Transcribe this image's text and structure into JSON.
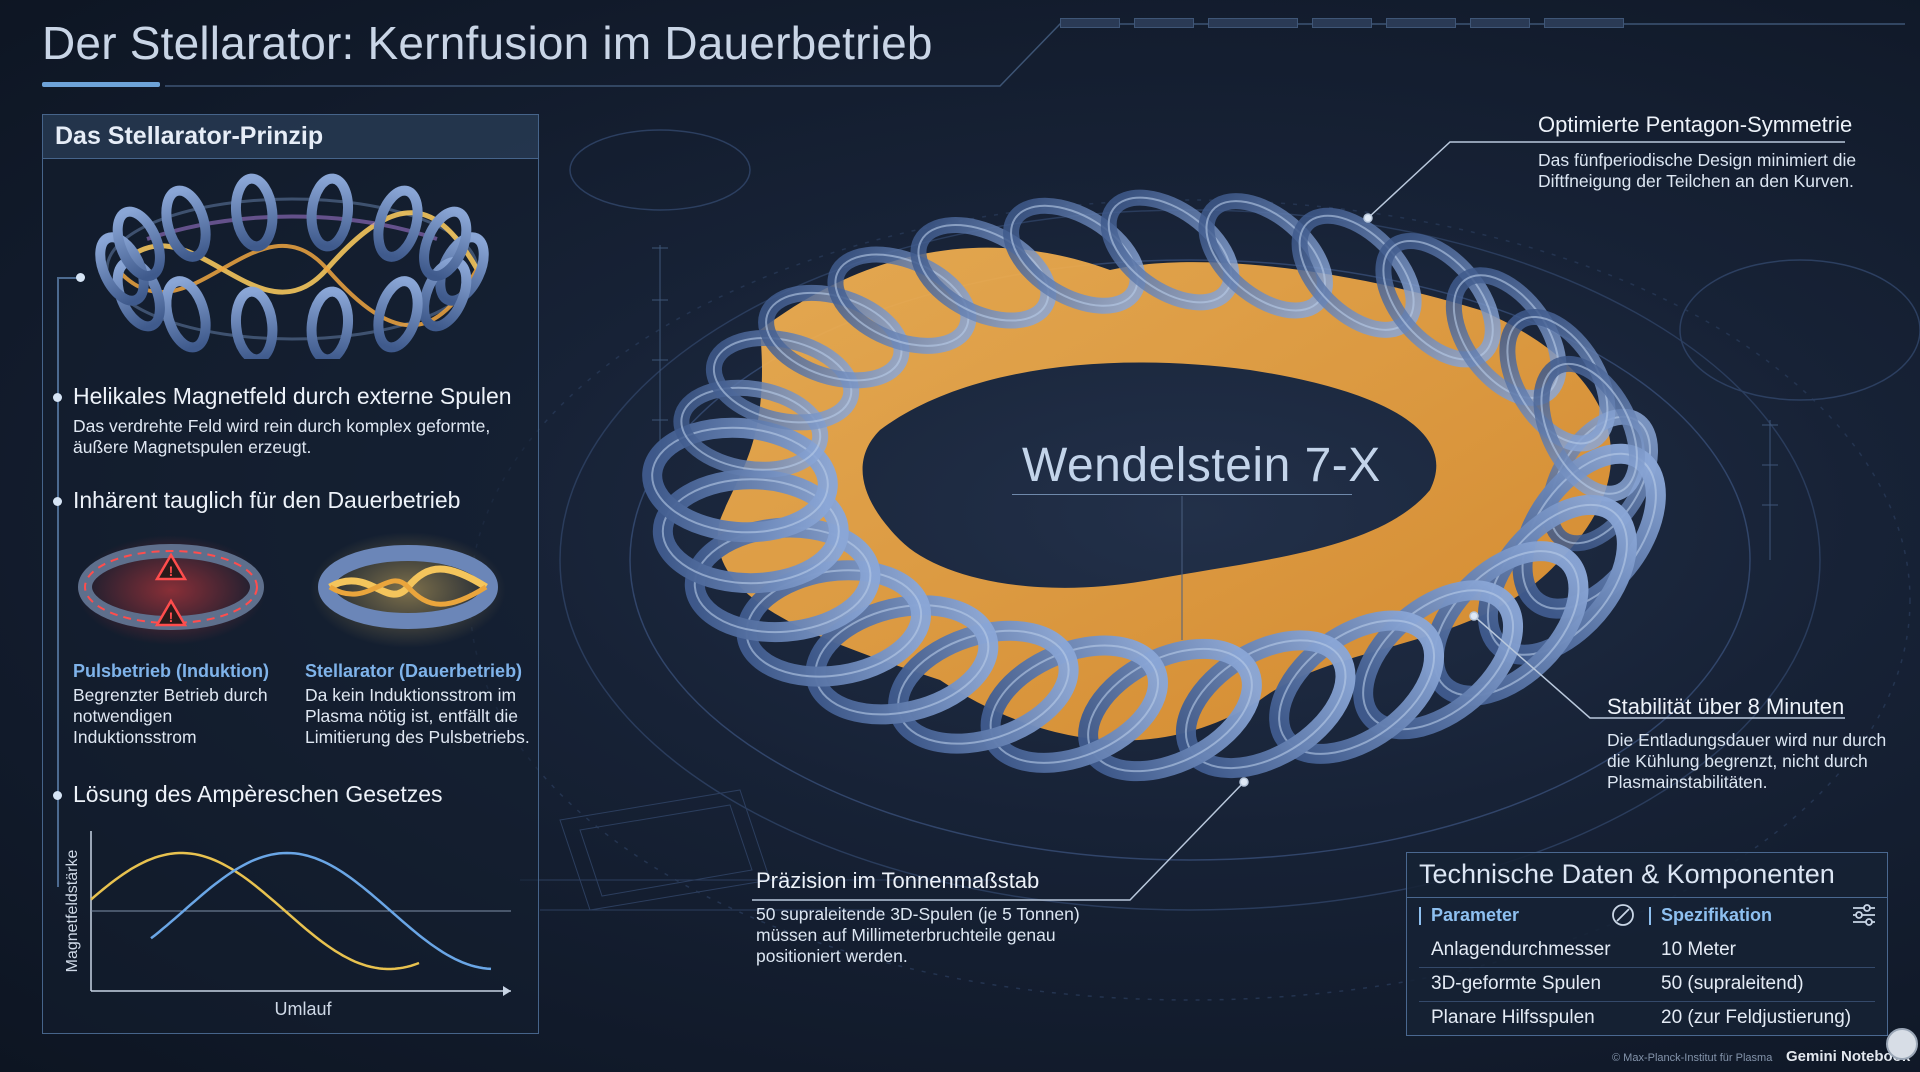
{
  "title": "Der Stellarator: Kernfusion im Dauerbetrieb",
  "left_panel": {
    "header": "Das Stellarator-Prinzip",
    "sections": [
      {
        "heading": "Helikales Magnetfeld durch externe Spulen",
        "body": "Das verdrehte Feld wird rein durch komplex geformte, äußere Magnetspulen erzeugt."
      },
      {
        "heading": "Inhärent tauglich für den Dauerbetrieb"
      },
      {
        "heading": "Lösung des Ampèreschen Gesetzes"
      }
    ],
    "comparison": [
      {
        "title": "Pulsbetrieb (Induktion)",
        "body": "Begrenzter Betrieb durch notwendigen Induktionsstrom"
      },
      {
        "title": "Stellarator (Dauerbetrieb)",
        "body": "Da kein Induktionsstrom im Plasma nötig ist, entfällt die Limitierung des Pulsbetriebs."
      }
    ],
    "wave_chart": {
      "ylabel": "Magnetfeldstärke",
      "xlabel": "Umlauf",
      "colors": [
        "#e8c24f",
        "#6aa6e6"
      ]
    }
  },
  "main_label": "Wendelstein 7-X",
  "callouts": [
    {
      "title": "Optimierte Pentagon-Symmetrie",
      "body": "Das fünfperiodische Design minimiert die Diftfneigung der Teilchen an den Kurven."
    },
    {
      "title": "Stabilität über 8 Minuten",
      "body": "Die Entladungsdauer wird nur durch die Kühlung begrenzt, nicht durch Plasmainstabilitäten."
    },
    {
      "title": "Präzision im Tonnenmaßstab",
      "body": "50 supraleitende 3D-Spulen (je 5 Tonnen) müssen auf Millimeterbruchteile genau positioniert werden."
    }
  ],
  "tech_table": {
    "title": "Technische Daten & Komponenten",
    "headers": [
      "Parameter",
      "Spezifikation"
    ],
    "rows": [
      [
        "Anlagendurchmesser",
        "10 Meter"
      ],
      [
        "3D-geformte Spulen",
        "50 (supraleitend)"
      ],
      [
        "Planare Hilfsspulen",
        "20 (zur Feldjustierung)"
      ]
    ]
  },
  "footer": {
    "credit": "© Max-Planck-Institut für Plasma",
    "brand": "Gemini Notebook"
  },
  "colors": {
    "background": "#172236",
    "coil": "#5b79ad",
    "plasma": "#f0a640",
    "accent": "#7fb3ea"
  }
}
